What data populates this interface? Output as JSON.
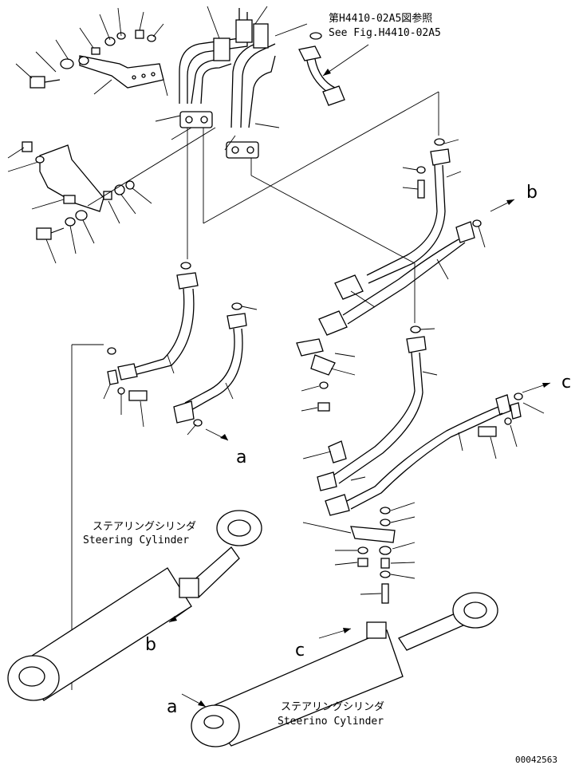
{
  "reference": {
    "jp": "第H4410-02A5図参照",
    "en": "See Fig.H4410-02A5"
  },
  "cylinder_labels": [
    {
      "jp": "ステアリングシリンダ",
      "en": "Steering Cylinder"
    },
    {
      "jp": "ステアリングシリンダ",
      "en": "Steerino Cylinder"
    }
  ],
  "connection_markers": {
    "a": "a",
    "b": "b",
    "c": "c"
  },
  "drawing_number": "00042563"
}
